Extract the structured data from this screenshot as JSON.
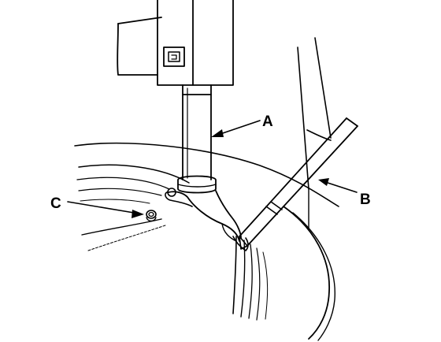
{
  "figure": {
    "callouts": {
      "a": {
        "label": "A"
      },
      "b": {
        "label": "B"
      },
      "c": {
        "label": "C"
      }
    }
  }
}
